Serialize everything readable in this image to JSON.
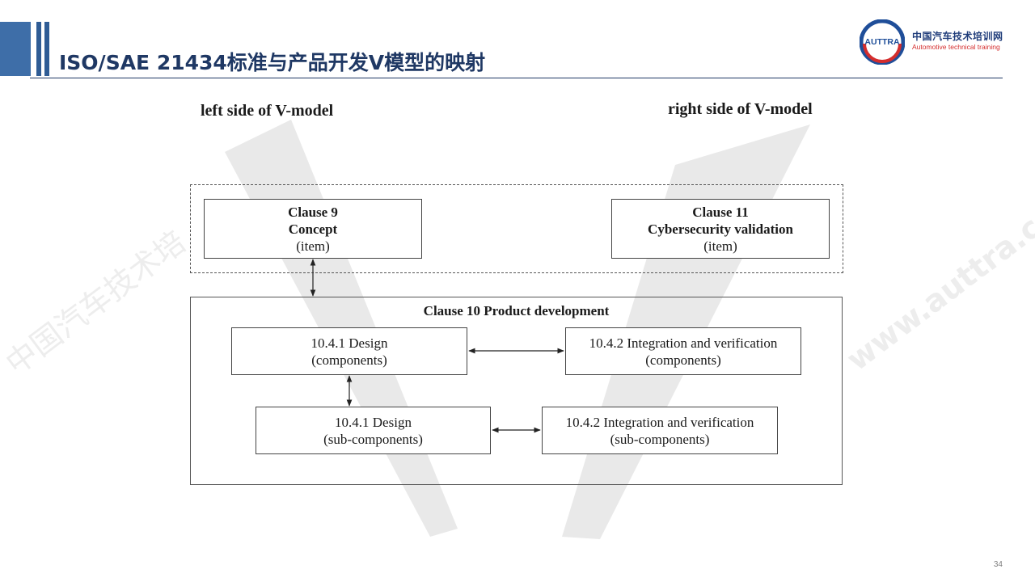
{
  "header": {
    "title": "ISO/SAE 21434标准与产品开发V模型的映射"
  },
  "logo": {
    "badge_text": "AUTTRA",
    "cn_name": "中国汽车技术培训网",
    "en_name": "Automotive technical training"
  },
  "watermark": {
    "text_cn": "中国汽车技术培",
    "text_url": "www.auttra.com"
  },
  "diagram": {
    "left_label": "left side of V-model",
    "right_label": "right side of V-model",
    "clause9": {
      "line1": "Clause 9",
      "line2": "Concept",
      "line3": "(item)"
    },
    "clause11": {
      "line1": "Clause 11",
      "line2": "Cybersecurity validation",
      "line3": "(item)"
    },
    "clause10_title": "Clause 10 Product development",
    "design_components": {
      "line1": "10.4.1 Design",
      "line2": "(components)"
    },
    "integration_components": {
      "line1": "10.4.2 Integration and verification",
      "line2": "(components)"
    },
    "design_subcomponents": {
      "line1": "10.4.1 Design",
      "line2": "(sub-components)"
    },
    "integration_subcomponents": {
      "line1": "10.4.2 Integration and verification",
      "line2": "(sub-components)"
    }
  },
  "page_number": "34",
  "colors": {
    "header_blue": "#2f5c95",
    "title_navy": "#1f3864",
    "v_shape_gray": "#e8e8e8",
    "logo_red": "#d42d2d"
  }
}
